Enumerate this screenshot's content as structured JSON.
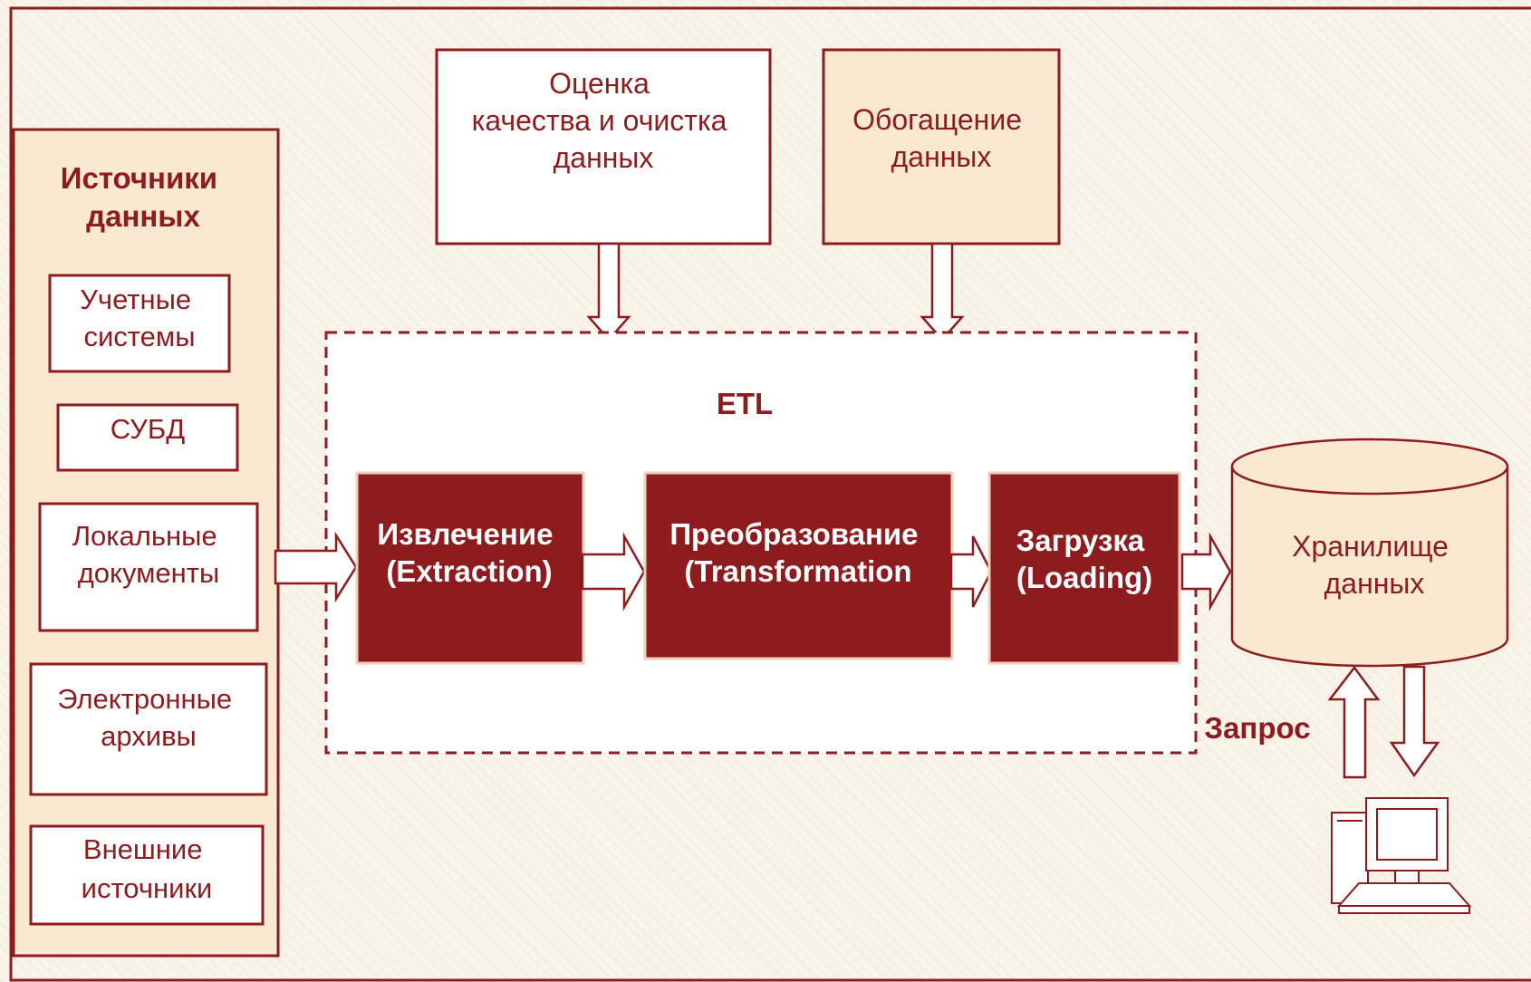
{
  "colors": {
    "background": "#faf3ea",
    "stripe": "#ecdcc8",
    "border": "#8e1c1f",
    "panel_fill": "#fae8d2",
    "step_fill": "#8e1c1f",
    "step_text": "#ffffff",
    "dark_text": "#8e1c1f",
    "box_fill": "#ffffff"
  },
  "sources": {
    "title": [
      "Источники",
      "данных"
    ],
    "items": [
      [
        "Учетные",
        "системы"
      ],
      [
        "СУБД"
      ],
      [
        "Локальные",
        "документы"
      ],
      [
        "Электронные",
        "архивы"
      ],
      [
        "Внешние",
        "источники"
      ]
    ]
  },
  "quality": [
    "Оценка",
    "качества и очистка",
    "данных"
  ],
  "enrichment": [
    "Обогащение",
    "данных"
  ],
  "etl": {
    "label": "ETL",
    "steps": [
      [
        "Извлечение",
        "(Extraction)"
      ],
      [
        "Преобразование",
        "(Transformation"
      ],
      [
        "Загрузка",
        "(Loading)"
      ]
    ]
  },
  "storage": [
    "Хранилище",
    "данных"
  ],
  "query_label": "Запрос",
  "icons": {
    "user": "desktop-computer-icon"
  }
}
